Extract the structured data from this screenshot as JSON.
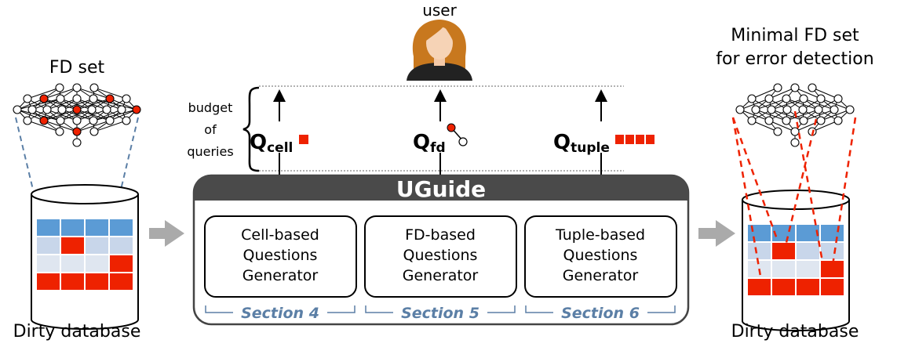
{
  "labels": {
    "user": "user",
    "fd_set": "FD set",
    "minimal_line1": "Minimal FD set",
    "minimal_line2": "for error detection",
    "dirty_left": "Dirty database",
    "dirty_right": "Dirty database",
    "budget_line1": "budget",
    "budget_line2": "of",
    "budget_line3": "queries"
  },
  "queries": {
    "cell": {
      "main": "Q",
      "sub": "cell"
    },
    "fd": {
      "main": "Q",
      "sub": "fd"
    },
    "tuple": {
      "main": "Q",
      "sub": "tuple"
    }
  },
  "uguide": {
    "title": "UGuide",
    "generators": [
      {
        "line1": "Cell-based",
        "line2": "Questions",
        "line3": "Generator",
        "section": "Section 4"
      },
      {
        "line1": "FD-based",
        "line2": "Questions",
        "line3": "Generator",
        "section": "Section 5"
      },
      {
        "line1": "Tuple-based",
        "line2": "Questions",
        "line3": "Generator",
        "section": "Section 6"
      }
    ]
  },
  "colors": {
    "red": "#ee2200",
    "blue": "#5b9bd5",
    "light_blue": "#c8d6ea",
    "pale_blue": "#dfe6f0",
    "section_blue": "#5b7fa6",
    "dark_bar": "#4a4a4a",
    "arrow_gray": "#aaaaaa"
  },
  "icons": {
    "user": "user-avatar-icon",
    "database": "database-cylinder-icon",
    "lattice": "fd-lattice-icon"
  }
}
